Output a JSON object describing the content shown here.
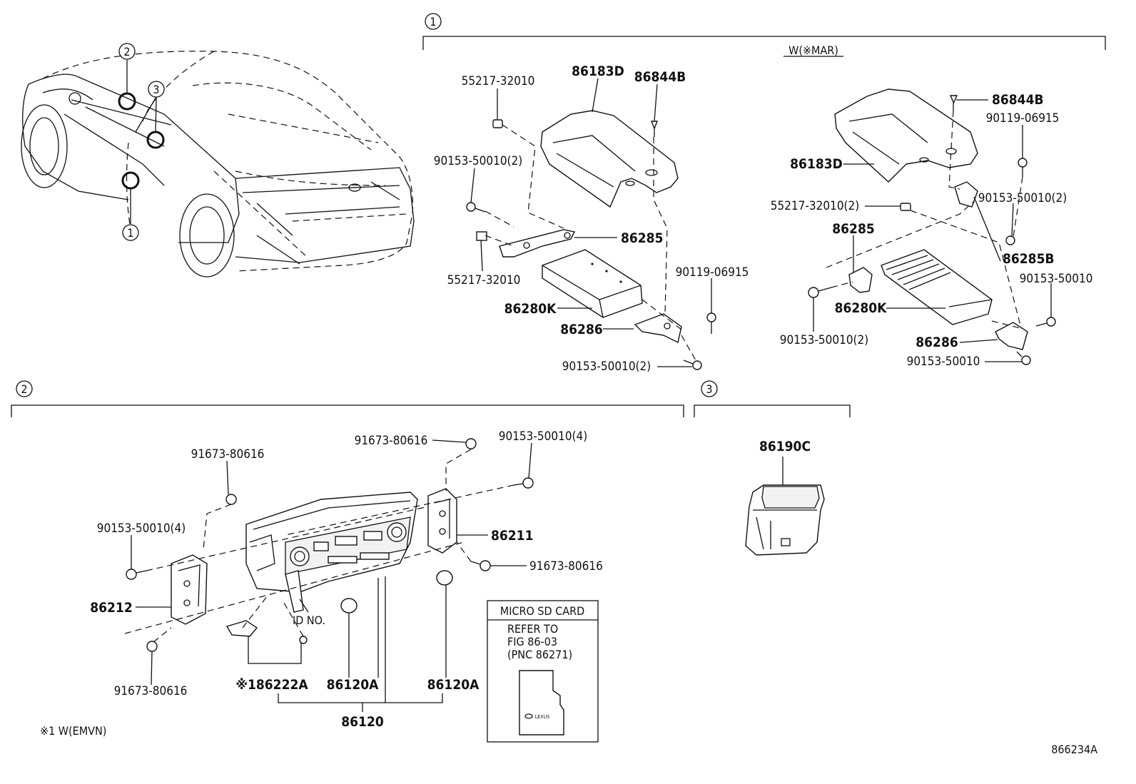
{
  "sections": {
    "s1": {
      "number": "1",
      "note": "W(※MAR)"
    },
    "s2": {
      "number": "2"
    },
    "s3": {
      "number": "3"
    }
  },
  "car_callouts": [
    "2",
    "3",
    "1"
  ],
  "labels": {
    "a_55217_32010_top": "55217-32010",
    "a_86183D": "86183D",
    "a_86844B": "86844B",
    "a_90153_50010_2_a": "90153-50010(2)",
    "a_86285": "86285",
    "a_55217_32010_bot": "55217-32010",
    "a_90119_06915": "90119-06915",
    "a_86280K": "86280K",
    "a_86286": "86286",
    "a_90153_50010_2_b": "90153-50010(2)",
    "b_86844B": "86844B",
    "b_90119_06915": "90119-06915",
    "b_86183D": "86183D",
    "b_55217_32010_2": "55217-32010(2)",
    "b_90153_50010_2_a": "90153-50010(2)",
    "b_86285": "86285",
    "b_86285B": "86285B",
    "b_90153_50010_a": "90153-50010",
    "b_86280K": "86280K",
    "b_90153_50010_2_b": "90153-50010(2)",
    "b_86286": "86286",
    "b_90153_50010_b": "90153-50010",
    "c_91673_80616_tl": "91673-80616",
    "c_90153_50010_4_l": "90153-50010(4)",
    "c_86212": "86212",
    "c_91673_80616_bl": "91673-80616",
    "c_91673_80616_top": "91673-80616",
    "c_90153_50010_4_r": "90153-50010(4)",
    "c_86211": "86211",
    "c_91673_80616_r": "91673-80616",
    "c_id_no": "ID NO.",
    "c_86222A": "※186222A",
    "c_86120A_l": "86120A",
    "c_86120A_r": "86120A",
    "c_86120": "86120",
    "d_86190C": "86190C"
  },
  "sd_card": {
    "header": "MICRO SD CARD",
    "lines": [
      "REFER TO",
      "FIG 86-03",
      "(PNC 86271)"
    ],
    "logo_text": "LEXUS"
  },
  "footnote": "※1 W(EMVN)",
  "figure_id": "866234A"
}
